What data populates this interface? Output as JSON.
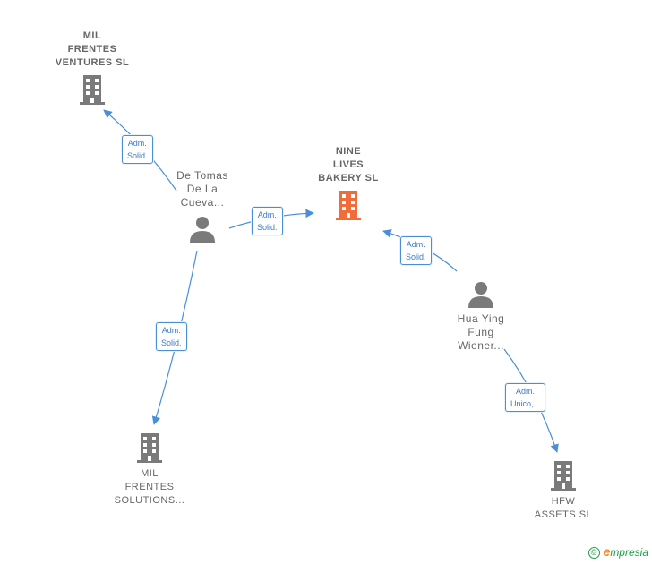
{
  "colors": {
    "edge": "#4a8fd6",
    "company": "#7a7a7a",
    "focus_company": "#f26b3a",
    "person": "#7a7a7a"
  },
  "nodes": {
    "mil_frentes_ventures": {
      "lines": [
        "MIL",
        "FRENTES",
        "VENTURES  SL"
      ],
      "icon": "building-icon"
    },
    "nine_lives": {
      "lines": [
        "NINE",
        "LIVES",
        "BAKERY  SL"
      ],
      "icon": "building-icon"
    },
    "de_tomas": {
      "lines": [
        "De Tomas",
        "De La",
        "Cueva..."
      ],
      "icon": "person-icon"
    },
    "hua_ying": {
      "lines": [
        "Hua Ying",
        "Fung",
        "Wiener..."
      ],
      "icon": "person-icon"
    },
    "mil_frentes_solutions": {
      "lines": [
        "MIL",
        "FRENTES",
        "SOLUTIONS..."
      ],
      "icon": "building-icon"
    },
    "hfw_assets": {
      "lines": [
        "HFW",
        "ASSETS  SL"
      ],
      "icon": "building-icon"
    }
  },
  "edges": {
    "e1": [
      "Adm.",
      "Solid."
    ],
    "e2": [
      "Adm.",
      "Solid."
    ],
    "e3": [
      "Adm.",
      "Solid."
    ],
    "e4": [
      "Adm.",
      "Solid."
    ],
    "e5": [
      "Adm.",
      "Unico,..."
    ]
  },
  "brand": {
    "copyright": "©",
    "e": "e",
    "rest": "mpresia"
  }
}
